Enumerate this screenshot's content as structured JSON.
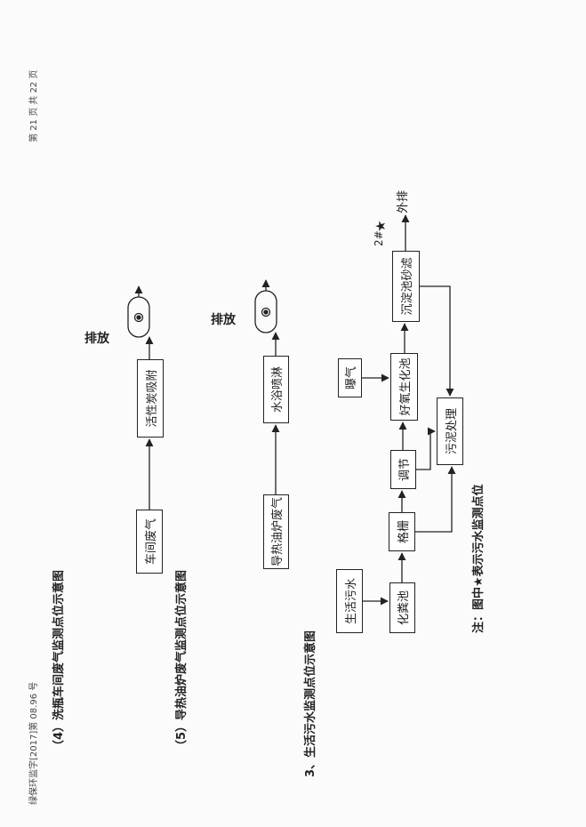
{
  "header": {
    "doc_number": "绿保环监字[2017]第 08.96 号",
    "page_info": "第 21 页 共 22 页"
  },
  "section4": {
    "title": "（4）洗瓶车间废气监测点位示意图",
    "source": "车间废气",
    "treatment": "活性炭吸附",
    "discharge": "排放"
  },
  "section5": {
    "title": "（5）导热油炉废气监测点位示意图",
    "source": "导热油炉废气",
    "treatment": "水浴喷淋",
    "discharge": "排放"
  },
  "section3": {
    "title": "3、生活污水监测点位示意图",
    "input": "生活污水",
    "septic": "化粪池",
    "grille": "格栅",
    "regulate": "调节",
    "aerobic": "好氧生化池",
    "aeration": "曝气",
    "settling": "沉淀池砂滤",
    "sludge": "污泥处理",
    "outlet": "外排",
    "point_label": "2#",
    "point_marker": "★"
  },
  "note": "注：图中★表示污水监测点位"
}
